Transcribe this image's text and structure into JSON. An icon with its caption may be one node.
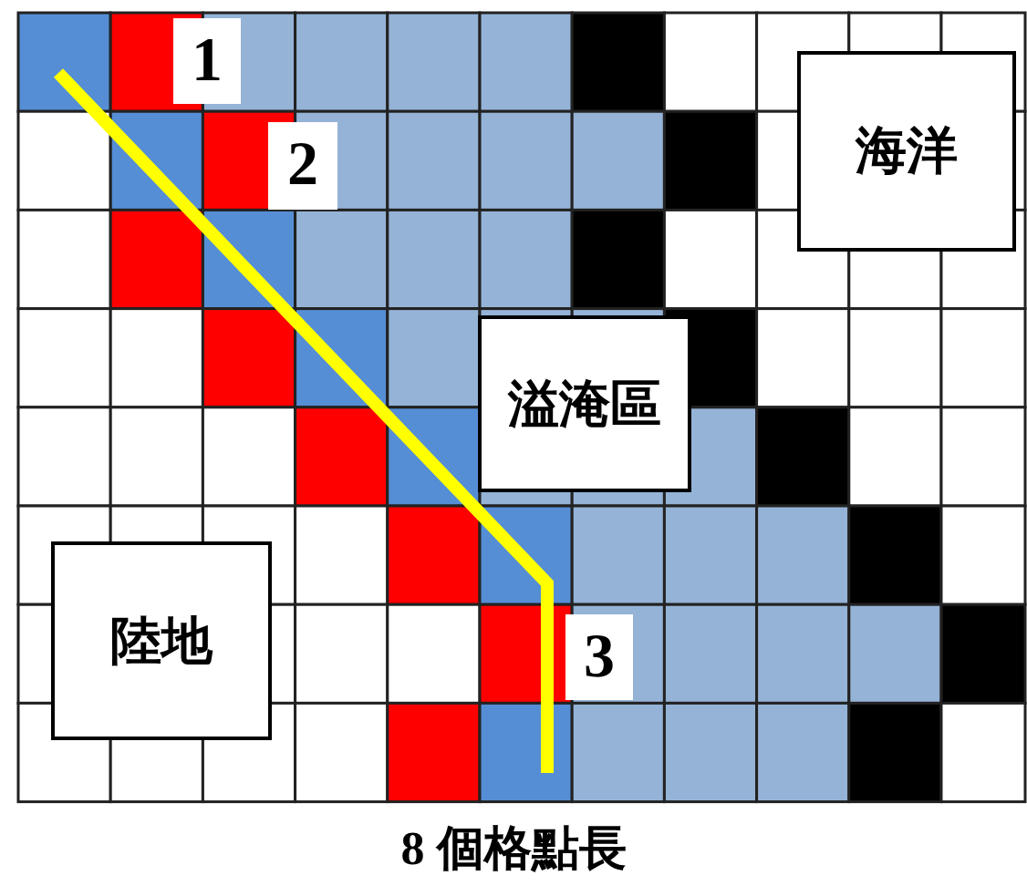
{
  "diagram": {
    "caption": "8 個格點長",
    "nodes": [
      {
        "text": [
          "海洋"
        ]
      },
      {
        "text": [
          "溢淹區"
        ]
      },
      {
        "text": [
          "陸地"
        ]
      }
    ],
    "labels": [
      "1",
      "2",
      "3"
    ]
  }
}
